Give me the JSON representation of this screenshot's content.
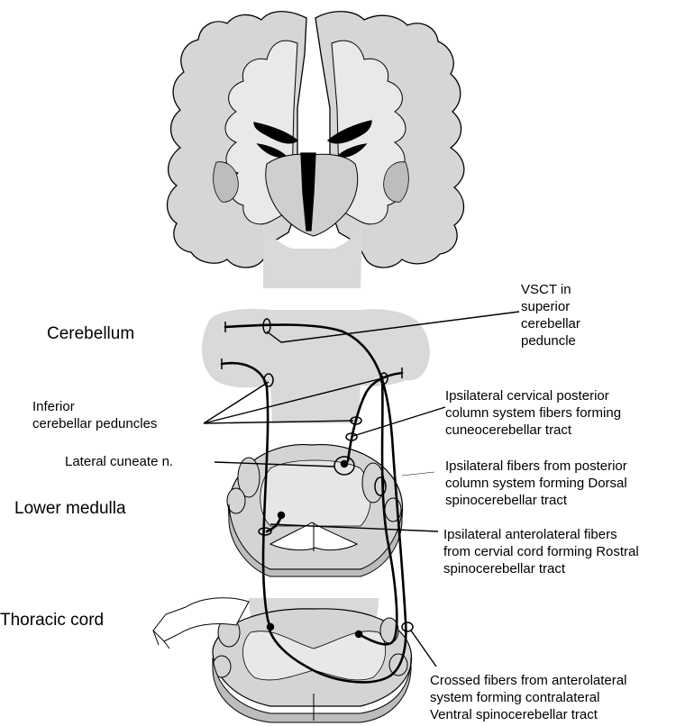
{
  "labels": {
    "vsct": "VSCT in\nsuperior\ncerebellar\npeduncle",
    "cerebellum": "Cerebellum",
    "inferior_peduncles": "Inferior\ncerebellar peduncles",
    "ipsi_cervical": "Ipsilateral cervical posterior\ncolumn system fibers forming\ncuneocerebellar tract",
    "lateral_cuneate": "Lateral cuneate n.",
    "ipsi_dorsal": "Ipsilateral fibers from posterior\ncolumn system forming Dorsal\nspinocerebellar  tract",
    "lower_medulla": "Lower medulla",
    "ipsi_anterolateral": "Ipsilateral anterolateral fibers\nfrom cervial cord forming Rostral\nspinocerebellar  tract",
    "thoracic_cord": "Thoracic cord",
    "crossed_fibers": "Crossed fibers from anterolateral\nsystem forming contralateral\nVentral spinocerebellar  tract"
  },
  "colors": {
    "tissue_light": "#d9d9d9",
    "tissue_mid": "#bfbfbf",
    "ink": "#000000",
    "background": "#ffffff"
  }
}
